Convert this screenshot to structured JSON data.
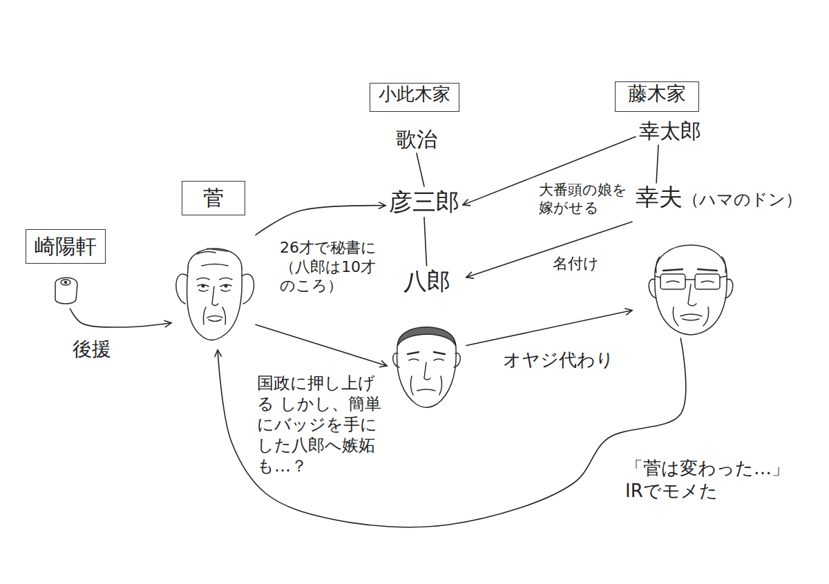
{
  "diagram": {
    "nodes": [
      {
        "text": [
          "小此木家"
        ]
      },
      {
        "text": [
          "藤木家"
        ]
      },
      {
        "text": [
          "歌治"
        ]
      },
      {
        "text": [
          "幸太郎"
        ]
      },
      {
        "text": [
          "菅"
        ]
      },
      {
        "text": [
          "彦三郎"
        ]
      },
      {
        "text": [
          "幸夫",
          "（ハマのドン）"
        ]
      },
      {
        "text": [
          "崎陽軒"
        ]
      },
      {
        "text": [
          "八郎"
        ]
      }
    ],
    "edges": [
      {
        "from": 2,
        "to": 5,
        "arrow": "none"
      },
      {
        "from": 4,
        "to": 5,
        "label": "26才で秘書に（八郎は10才のころ）",
        "arrow": "to"
      },
      {
        "from": 3,
        "to": 5,
        "label": "大番頭の娘を嫁がせる",
        "arrow": "to"
      },
      {
        "from": 3,
        "to": 6,
        "arrow": "none"
      },
      {
        "from": 5,
        "to": 8,
        "arrow": "none"
      },
      {
        "from": 6,
        "to": 8,
        "label": "名付け",
        "arrow": "to"
      },
      {
        "from": 7,
        "to": 4,
        "label": "後援",
        "arrow": "to"
      },
      {
        "from": 4,
        "to": 8,
        "label": "国政に押し上げる しかし、簡単にバッジを手にした八郎へ嫉妬も…？",
        "arrow": "to"
      },
      {
        "from": 8,
        "to": 6,
        "label": "オヤジ代わり",
        "arrow": "to"
      },
      {
        "from": 6,
        "to": 4,
        "label": "「菅は変わった…」 IRでモメた",
        "arrow": "to"
      }
    ]
  }
}
